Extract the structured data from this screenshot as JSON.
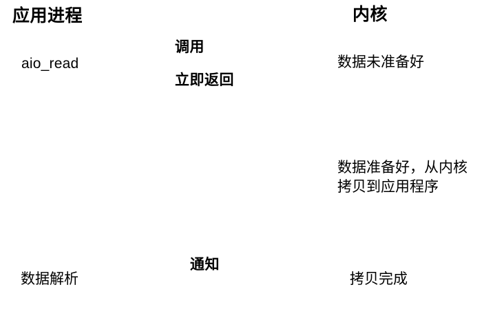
{
  "diagram": {
    "type": "sequence-diagram",
    "background_color": "#ffffff",
    "line_color": "#000000",
    "columns": {
      "left_title": "应用进程",
      "right_title": "内核"
    },
    "labels": {
      "aio_read": "aio_read",
      "call": "调用",
      "return_immediately": "立即返回",
      "data_not_ready": "数据未准备好",
      "data_ready_copy": "数据准备好，从内核\n拷贝到应用程序",
      "data_ready_copy_line1": "数据准备好，从内核",
      "data_ready_copy_line2": "拷贝到应用程序",
      "copy_done": "拷贝完成",
      "notify": "通知",
      "parse_data": "数据解析"
    },
    "arrows": [
      {
        "name": "call-arrow",
        "direction": "left-to-right",
        "label": "调用",
        "from": "应用进程",
        "to": "内核"
      },
      {
        "name": "return-arrow",
        "direction": "right-to-left",
        "label": "立即返回",
        "from": "内核",
        "to": "应用进程"
      },
      {
        "name": "kernel-wait-arrow",
        "direction": "top-to-bottom",
        "label": "",
        "from": "数据未准备好",
        "to": "数据准备好，从内核拷贝到应用程序"
      },
      {
        "name": "kernel-copy-arrow",
        "direction": "top-to-bottom",
        "label": "",
        "from": "数据准备好，从内核拷贝到应用程序",
        "to": "拷贝完成"
      },
      {
        "name": "notify-arrow",
        "direction": "right-to-left",
        "label": "通知",
        "from": "拷贝完成",
        "to": "数据解析"
      }
    ]
  }
}
